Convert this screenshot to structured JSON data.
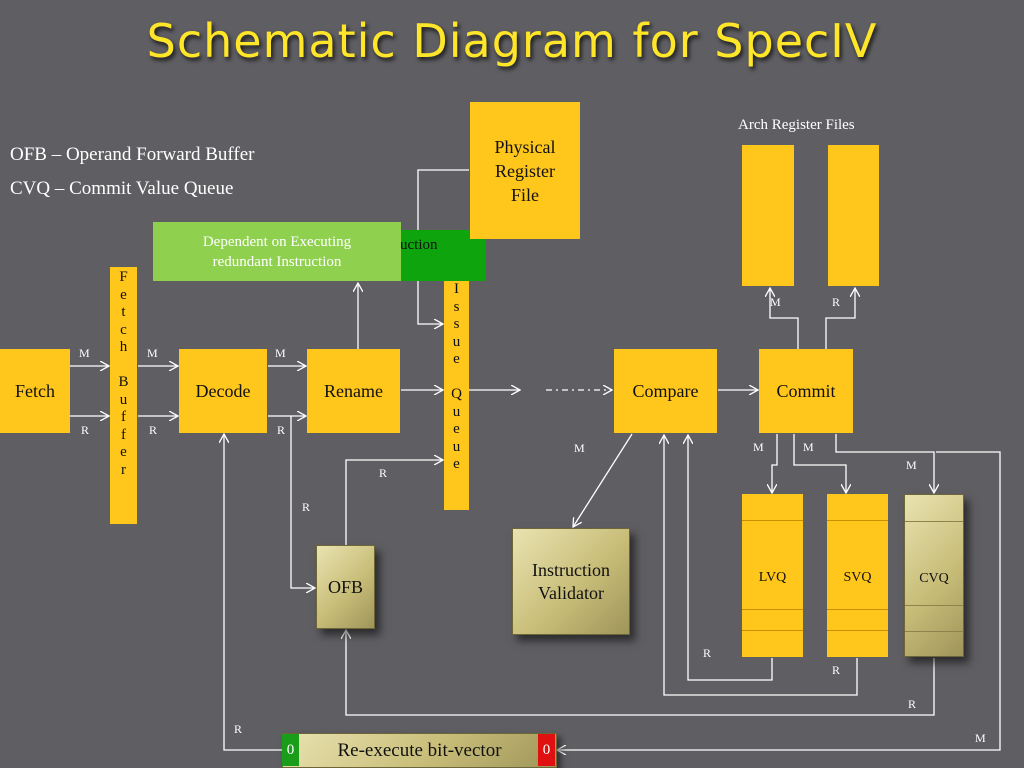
{
  "title": "Schematic Diagram for SpecIV",
  "legend": [
    "OFB – Operand Forward Buffer",
    "CVQ – Commit Value Queue"
  ],
  "arch_register_files_label": "Arch Register Files",
  "boxes": {
    "fetch": "Fetch",
    "decode": "Decode",
    "rename": "Rename",
    "compare": "Compare",
    "commit": "Commit",
    "physical_register_file": "Physical Register File",
    "ofb": "OFB",
    "instruction_validator": "Instruction Validator",
    "lvq": "LVQ",
    "svq": "SVQ",
    "cvq": "CVQ"
  },
  "fetch_buffer_letters": [
    "F",
    "e",
    "t",
    "c",
    "h",
    "",
    "B",
    "u",
    "f",
    "f",
    "e",
    "r"
  ],
  "issue_queue_letters": [
    "I",
    "s",
    "s",
    "u",
    "e",
    "",
    "Q",
    "u",
    "e",
    "u",
    "e"
  ],
  "green_box_text": "Dependent on Executing redundant Instruction",
  "dark_green_partial_text": "uction",
  "edge_labels": {
    "m": "M",
    "r": "R"
  },
  "reexecute": {
    "label": "Re-execute bit-vector",
    "left_bit": "0",
    "right_bit": "0"
  },
  "colors": {
    "background": "#5f5f63",
    "box": "#ffc61c",
    "title": "#ffe629",
    "light_green": "#8fd14f",
    "dark_green": "#0ea40e",
    "bit_green": "#1a9e1a",
    "bit_red": "#e01010"
  }
}
